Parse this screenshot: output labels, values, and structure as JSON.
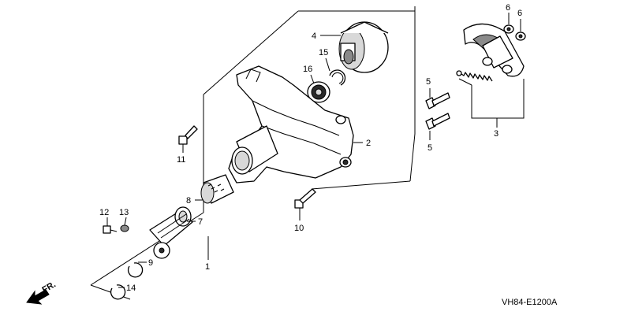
{
  "diagram_code": "VH84-E1200A",
  "fr_label": "FR.",
  "callouts": {
    "c1": "1",
    "c2": "2",
    "c3": "3",
    "c4": "4",
    "c5a": "5",
    "c5b": "5",
    "c6a": "6",
    "c6b": "6",
    "c7": "7",
    "c8": "8",
    "c9": "9",
    "c10": "10",
    "c11": "11",
    "c12": "12",
    "c13": "13",
    "c14": "14",
    "c15": "15",
    "c16": "16"
  }
}
